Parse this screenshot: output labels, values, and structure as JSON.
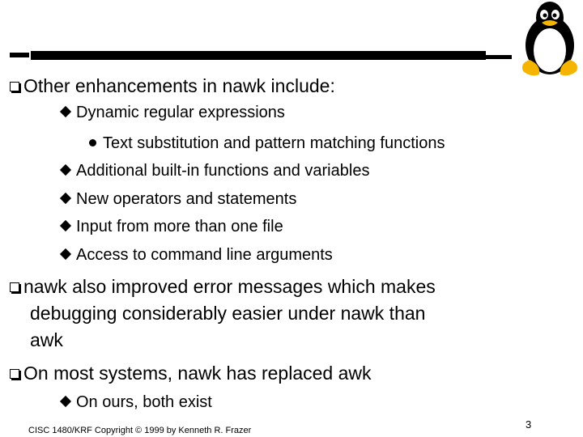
{
  "slide": {
    "bullets": [
      {
        "text": "Other enhancements in nawk include:"
      },
      {
        "text": "Dynamic regular expressions"
      },
      {
        "text": "Text substitution and pattern matching functions"
      },
      {
        "text": "Additional built-in functions and variables"
      },
      {
        "text": "New  operators and statements"
      },
      {
        "text": "Input from more than one file"
      },
      {
        "text": "Access to command line arguments"
      },
      {
        "text": "nawk also improved error messages which makes"
      },
      {
        "text": "debugging considerably easier under nawk than"
      },
      {
        "text": "awk"
      },
      {
        "text": "On most systems, nawk has replaced awk"
      },
      {
        "text": "On ours, both exist"
      }
    ],
    "footer": "CISC 1480/KRF Copyright © 1999 by Kenneth R. Frazer",
    "page_number": "3"
  },
  "icons": {
    "logo": "tux-penguin-icon",
    "level1": "square-bullet-icon",
    "level2": "diamond-bullet-icon",
    "level3": "dot-bullet-icon"
  }
}
